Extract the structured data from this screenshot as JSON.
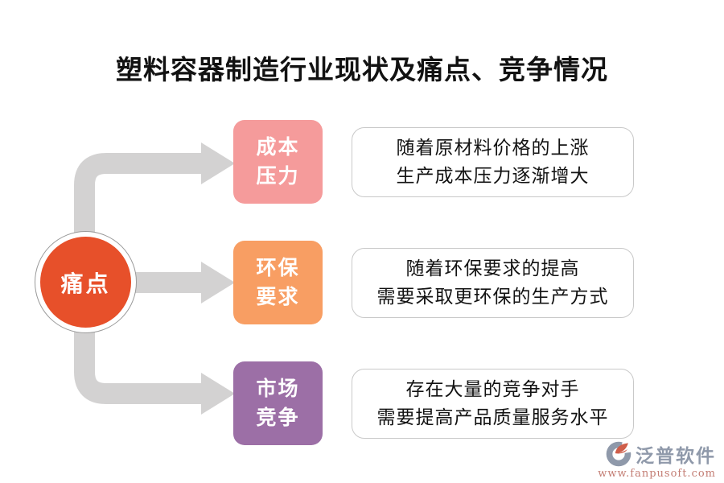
{
  "title": "塑料容器制造行业现状及痛点、竞争情况",
  "hub": {
    "label": "痛点",
    "color": "#e7502a"
  },
  "connector_color": "#d3d2d2",
  "rows": [
    {
      "tag_line1": "成本",
      "tag_line2": "压力",
      "color": "#f59b9b",
      "desc_line1": "随着原材料价格的上涨",
      "desc_line2": "生产成本压力逐渐增大"
    },
    {
      "tag_line1": "环保",
      "tag_line2": "要求",
      "color": "#f89e63",
      "desc_line1": "随着环保要求的提高",
      "desc_line2": "需要采取更环保的生产方式"
    },
    {
      "tag_line1": "市场",
      "tag_line2": "竞争",
      "color": "#9c6fa6",
      "desc_line1": "存在大量的竞争对手",
      "desc_line2": "需要提高产品质量服务水平"
    }
  ],
  "watermark": {
    "brand": "泛普软件",
    "url": "www.fanpusoft.com",
    "brand_color": "#8a94a6",
    "url_color": "#c0766c",
    "mark_primary": "#8a94a6",
    "mark_accent": "#cd5540"
  }
}
